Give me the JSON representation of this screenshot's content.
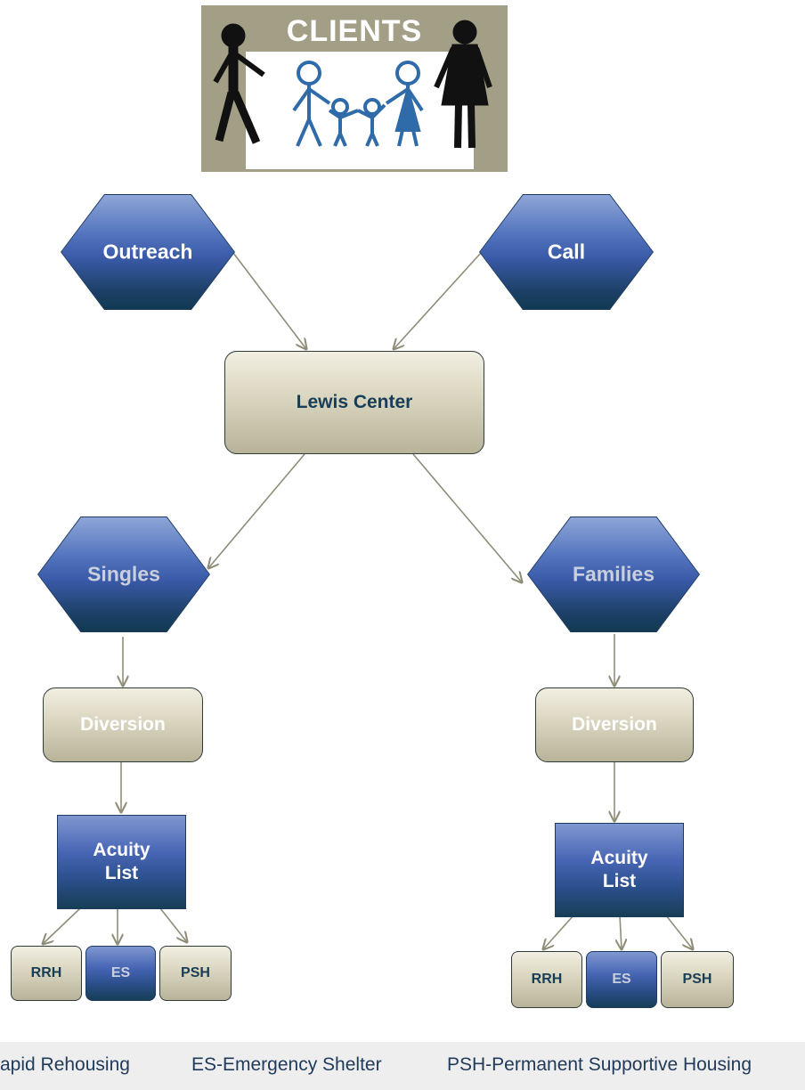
{
  "banner": {
    "title": "CLIENTS"
  },
  "nodes": {
    "outreach": "Outreach",
    "call": "Call",
    "lewis_center": "Lewis Center",
    "singles": "Singles",
    "families": "Families",
    "diversion_left": "Diversion",
    "diversion_right": "Diversion",
    "acuity_left": [
      "Acuity",
      "List"
    ],
    "acuity_right": [
      "Acuity",
      "List"
    ],
    "rrh_left": "RRH",
    "es_left": "ES",
    "psh_left": "PSH",
    "rrh_right": "RRH",
    "es_right": "ES",
    "psh_right": "PSH"
  },
  "legend": {
    "rrh": "apid Rehousing",
    "es": "ES-Emergency Shelter",
    "psh": "PSH-Permanent Supportive Housing"
  },
  "colors": {
    "hex_label_white": "#ffffff",
    "hex_label_muted": "#c9cfdc",
    "dark_text": "#173e56",
    "connector": "#8f8d77",
    "legend_text": "#1f3a5a"
  }
}
